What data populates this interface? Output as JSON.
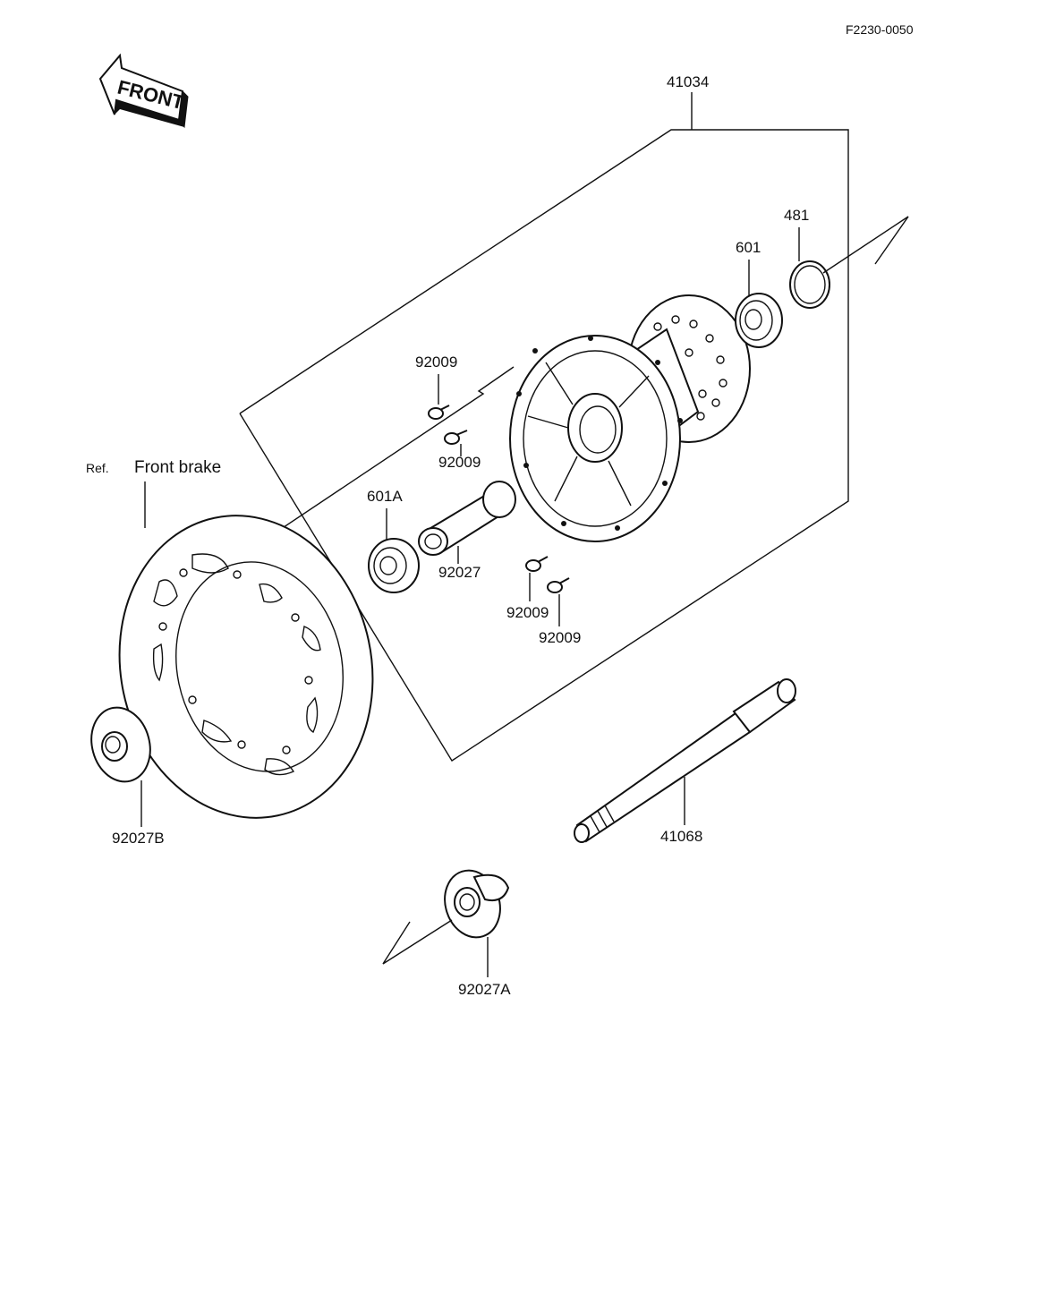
{
  "figure_code": "F2230-0050",
  "front_arrow_text": "FRONT",
  "reference": {
    "prefix": "Ref.",
    "name": "Front brake"
  },
  "parts": {
    "hub": "41034",
    "circlip": "481",
    "bearing_right": "601",
    "bearing_left": "601A",
    "spacer": "92027",
    "collar_left": "92027B",
    "collar_right": "92027A",
    "axle": "41068",
    "screw_1": "92009",
    "screw_2": "92009",
    "screw_3": "92009",
    "screw_4": "92009"
  }
}
